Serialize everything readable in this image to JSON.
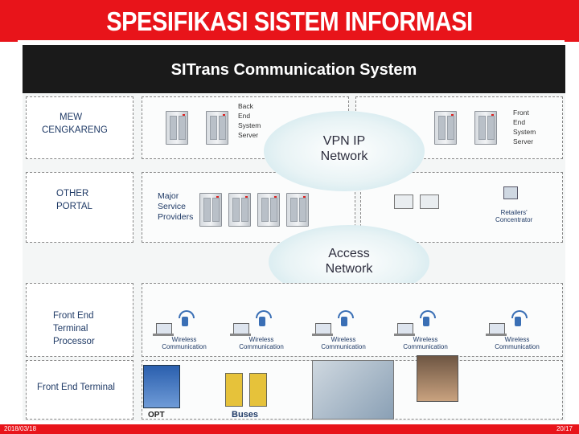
{
  "slide": {
    "title": "SPESIFIKASI SISTEM INFORMASI",
    "footer_left": "2018/03/18",
    "footer_right": "20/17"
  },
  "figure": {
    "title": "SITrans Communication System",
    "rows": [
      {
        "label_line1": "MEW",
        "label_line2": "CENGKARENG"
      },
      {
        "label_line1": "OTHER",
        "label_line2": "PORTAL"
      },
      {
        "label_line1": "Front End",
        "label_line2": "Terminal",
        "label_line3": "Processor"
      },
      {
        "label_line1": "Front End Terminal"
      }
    ],
    "back_end_server": [
      "Back",
      "End",
      "System",
      "Server"
    ],
    "front_end_server": [
      "Front",
      "End",
      "System",
      "Server"
    ],
    "major_service": [
      "Major",
      "Service",
      "Providers"
    ],
    "retailers": [
      "Retailers'",
      "Concentrator"
    ],
    "vpn_cloud": [
      "VPN IP",
      "Network"
    ],
    "access_cloud": [
      "Access",
      "Network"
    ],
    "wireless_label": [
      "Wireless",
      "Communication"
    ],
    "opt_label": "OPT",
    "buses_label": "Buses"
  }
}
